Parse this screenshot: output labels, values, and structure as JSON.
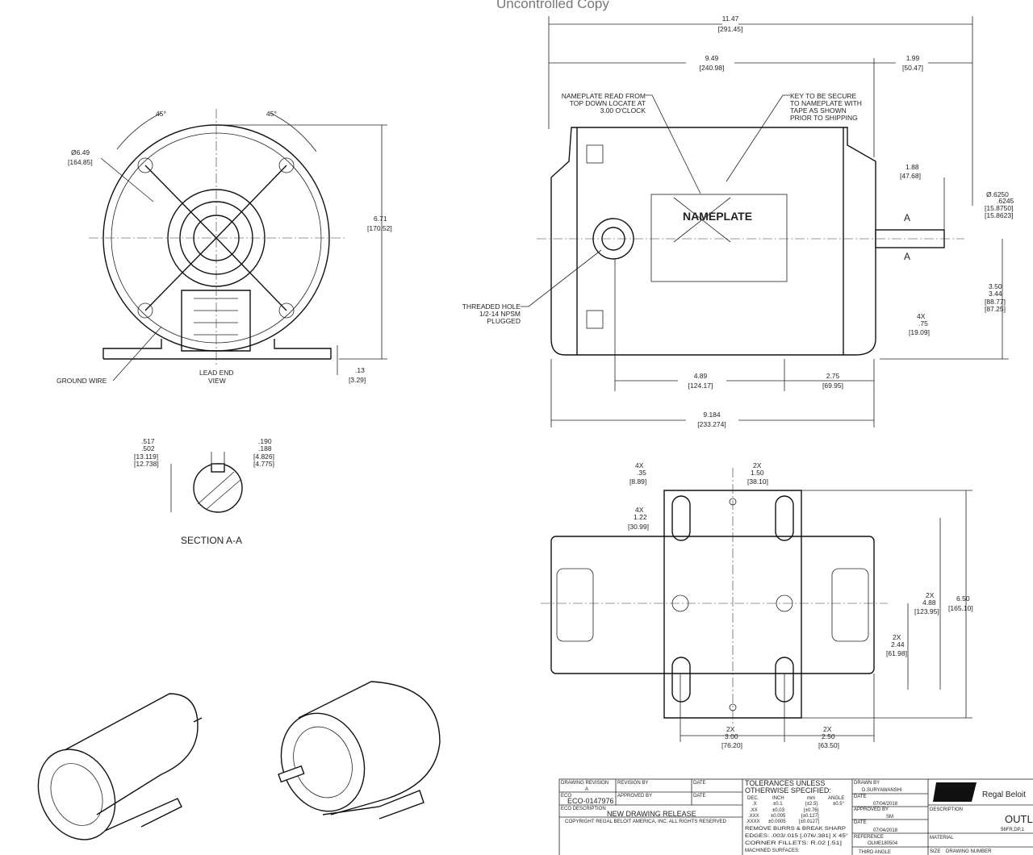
{
  "watermark": "Uncontrolled Copy",
  "front_view": {
    "angle_left": "45°",
    "angle_right": "45°",
    "diameter": "Ø6.49",
    "diameter_mm": "[164.85]",
    "height": "6.71",
    "height_mm": "[170.52]",
    "foot_thickness": ".13",
    "foot_thickness_mm": "[3.29]",
    "ground_wire": "GROUND WIRE",
    "view_label_1": "LEAD END",
    "view_label_2": "VIEW"
  },
  "section": {
    "width_max": ".517",
    "width_min": ".502",
    "width_max_mm": "[13.119]",
    "width_min_mm": "[12.738]",
    "key_max": ".190",
    "key_min": ".188",
    "key_max_mm": "[4.826]",
    "key_min_mm": "[4.775]",
    "title": "SECTION A-A"
  },
  "side_view": {
    "overall": "11.47",
    "overall_mm": "[291.45]",
    "body": "9.49",
    "body_mm": "[240.98]",
    "shaft_ext": "1.99",
    "shaft_ext_mm": "[50.47]",
    "nameplate_note": [
      "NAMEPLATE READ FROM",
      "TOP DOWN LOCATE AT",
      "3.00 O'CLOCK"
    ],
    "key_note": [
      "KEY TO BE SECURE",
      "TO NAMEPLATE WITH",
      "TAPE AS SHOWN",
      "PRIOR TO SHIPPING"
    ],
    "nameplate": "NAMEPLATE",
    "shaft_len": "1.88",
    "shaft_len_mm": "[47.68]",
    "shaft_dia": "Ø.6250",
    "shaft_dia_min": ".6245",
    "shaft_dia_mm": "[15.8750]",
    "shaft_dia_min_mm": "[15.8623]",
    "section_mark": "A",
    "shaft_height": "3.50",
    "shaft_height_min": "3.44",
    "shaft_height_mm": "[88.77]",
    "shaft_height_min_mm": "[87.25]",
    "slot_qty": "4X",
    "slot": ".75",
    "slot_mm": "[19.09]",
    "hole_note": [
      "THREADED HOLE",
      "1/2-14 NPSM",
      "PLUGGED"
    ],
    "d1": "4.89",
    "d1_mm": "[124.17]",
    "d2": "2.75",
    "d2_mm": "[69.95]",
    "base": "9.184",
    "base_mm": "[233.274]"
  },
  "bottom_view": {
    "slot_w_qty": "4X",
    "slot_w": ".35",
    "slot_w_mm": "[8.89]",
    "hole_sp_qty": "2X",
    "hole_sp": "1.50",
    "hole_sp_mm": "[38.10]",
    "slot_l_qty": "4X",
    "slot_l": "1.22",
    "slot_l_mm": "[30.99]",
    "h1_qty": "2X",
    "h1": "4.88",
    "h1_mm": "[123.95]",
    "h2": "6.50",
    "h2_mm": "[165.10]",
    "h3_qty": "2X",
    "h3": "2.44",
    "h3_mm": "[61.98]",
    "w1_qty": "2X",
    "w1": "3.00",
    "w1_mm": "[76.20]",
    "w2_qty": "2X",
    "w2": "2.50",
    "w2_mm": "[63.50]"
  },
  "title_block": {
    "drawing_revision_label": "DRAWING REVISION",
    "drawing_revision": "A",
    "revision_by_label": "REVISION BY",
    "date_label": "DATE",
    "eco_label": "ECO",
    "eco": "ECO-0147976",
    "approved_by_label": "APPROVED BY",
    "eco_description_label": "ECO DESCRIPTION",
    "eco_description": "NEW DRAWING RELEASE",
    "copyright": "COPYRIGHT REGAL BELOIT AMERICA, INC. ALL RIGHTS RESERVED",
    "tolerances": [
      "TOLERANCES UNLESS",
      "OTHERWISE SPECIFIED:"
    ],
    "tol_headers": [
      "DEC.",
      "INCH",
      "mm",
      "ANGLE"
    ],
    "tol_rows": [
      [
        ".X",
        "±0.1",
        "[±2.5]",
        "±0.5°"
      ],
      [
        ".XX",
        "±0.03",
        "[±0.76]",
        ""
      ],
      [
        ".XXX",
        "±0.005",
        "[±0.127]",
        ""
      ],
      [
        ".XXXX",
        "±0.0005",
        "[±0.0127]",
        ""
      ]
    ],
    "notes": [
      "REMOVE BURRS & BREAK SHARP",
      "EDGES: .003/.015 [.076/.381] X 45°",
      "CORNER FILLETS: R.02 [.51]",
      "MACHINED SURFACES:"
    ],
    "drawn_by_label": "DRAWN BY",
    "drawn_by": "D.SURYAWANSHI",
    "drawn_date": "07/04/2018",
    "approved_by": "SM",
    "approved_date": "07/04/2018",
    "reference_label": "REFERENCE",
    "reference": "OLME180504",
    "third_angle": "THIRD ANGLE",
    "company": "Regal Beloit",
    "description_label": "DESCRIPTION",
    "description": "OUTL",
    "description_sub": "56FR,DP,1",
    "material_label": "MATERIAL",
    "size_label": "SIZE",
    "drawing_number_label": "DRAWING NUMBER"
  }
}
